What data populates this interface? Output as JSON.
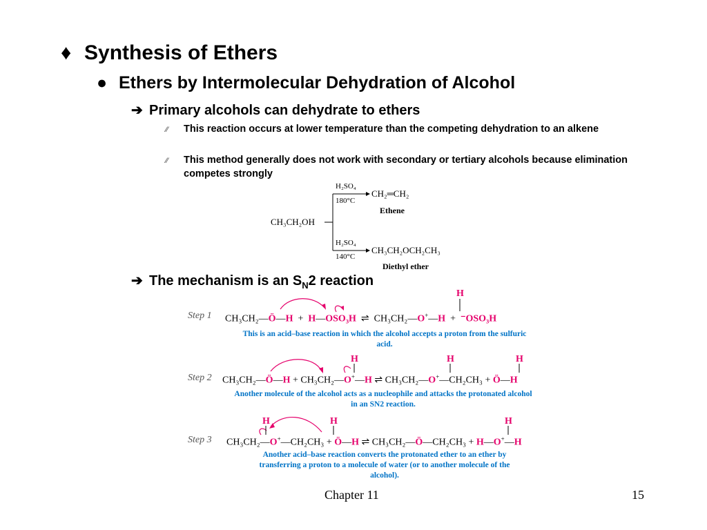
{
  "slide": {
    "title": "Synthesis of Ethers",
    "title_marker": "♦",
    "subtitle": "Ethers by Intermolecular Dehydration of Alcohol",
    "subtitle_marker": "●",
    "point1": {
      "marker": "➔",
      "text": "Primary alcohols can dehydrate to ethers"
    },
    "bullets": [
      {
        "marker": "⁄⁄",
        "text": "This reaction occurs at lower temperature than the competing dehydration to an alkene"
      },
      {
        "marker": "⁄⁄",
        "text": "This method generally does not work with secondary or tertiary alcohols because elimination competes strongly"
      }
    ],
    "point2": {
      "marker": "➔",
      "text_before": "The mechanism is an S",
      "subscript": "N",
      "text_after": "2 reaction"
    }
  },
  "scheme": {
    "reactant": "CH₃CH₂OH",
    "upper_reagent": "H₂SO₄",
    "upper_condition": "180°C",
    "upper_product": "CH₂═CH₂",
    "upper_product_name": "Ethene",
    "lower_reagent": "H₂SO₄",
    "lower_condition": "140°C",
    "lower_product": "CH₃CH₂OCH₂CH₃",
    "lower_product_name": "Diethyl ether"
  },
  "mechanism": {
    "step1": {
      "label": "Step 1",
      "r1": "CH₃CH₂",
      "r1_o": "Ö",
      "r1_h": "H",
      "plus": "+",
      "r2_h": "H",
      "r2_rest": "OSO₃H",
      "arrow": "⇌",
      "p1": "CH₃CH₂",
      "p1_o": "O",
      "p1_charge": "+",
      "p1_h": "H",
      "p1_top_h": "H",
      "p2": "⁻OSO₃H",
      "note": "This is an acid–base reaction in which the alcohol accepts a proton from the sulfuric acid."
    },
    "step2": {
      "label": "Step 2",
      "r1": "CH₃CH₂",
      "r1_o": "Ö",
      "r1_h": "H",
      "plus": "+",
      "r2": "CH₃CH₂",
      "r2_o": "O",
      "r2_charge": "+",
      "r2_h": "H",
      "r2_top_h": "H",
      "arrow": "⇌",
      "p1": "CH₃CH₂",
      "p1_o": "O",
      "p1_charge": "+",
      "p1_rest": "CH₂CH₃",
      "p1_top_h": "H",
      "p2_o": "Ö",
      "p2_h": "H",
      "p2_top_h": "H",
      "note": "Another molecule of the alcohol acts as a nucleophile and attacks the protonated alcohol in an SN2 reaction."
    },
    "step3": {
      "label": "Step 3",
      "r1": "CH₃CH₂",
      "r1_o": "O",
      "r1_charge": "+",
      "r1_rest": "CH₂CH₃",
      "r1_top_h": "H",
      "plus": "+",
      "r2_o": "Ö",
      "r2_h": "H",
      "r2_top_h": "H",
      "arrow": "⇌",
      "p1": "CH₃CH₂",
      "p1_o": "Ö",
      "p1_rest": "CH₂CH₃",
      "p2_h": "H",
      "p2_o": "O",
      "p2_charge": "+",
      "p2_rest": "H",
      "p2_top_h": "H",
      "note": "Another acid–base reaction converts the protonated ether to an ether by transferring a proton to a molecule of water (or to another molecule of the alcohol)."
    }
  },
  "footer": {
    "chapter": "Chapter 11",
    "page": "15"
  }
}
